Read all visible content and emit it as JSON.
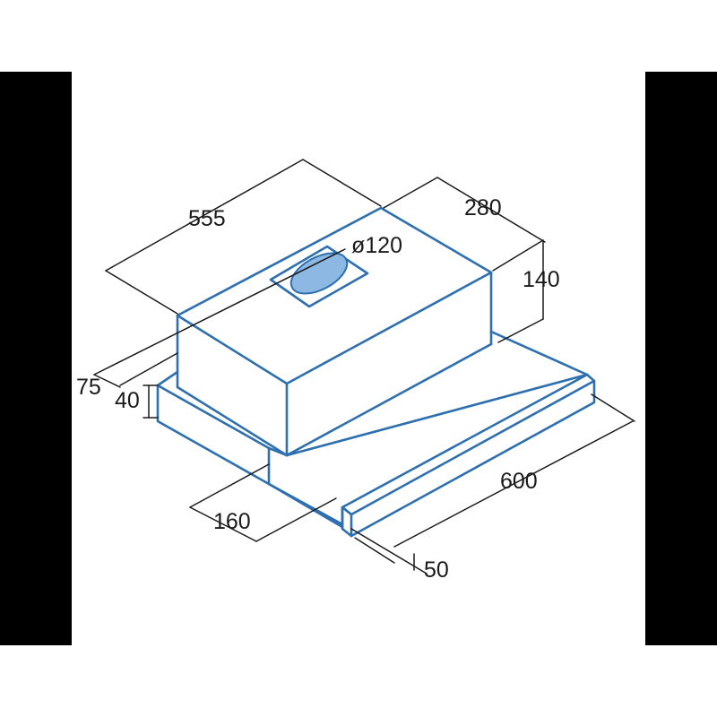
{
  "image_type": "technical dimension drawing of a telescopic cooker hood",
  "colors": {
    "outline": "#2e6fb0",
    "duct": "#8db8e3",
    "dimension_lines": "#1a1a1a",
    "side_bars": "#000000"
  },
  "dimensions": {
    "width_top": "555",
    "depth_top": "280",
    "height_body": "140",
    "duct_diameter": "ø120",
    "front_offset": "75",
    "height_base": "40",
    "base_extension": "160",
    "total_width": "600",
    "front_panel": "50"
  }
}
